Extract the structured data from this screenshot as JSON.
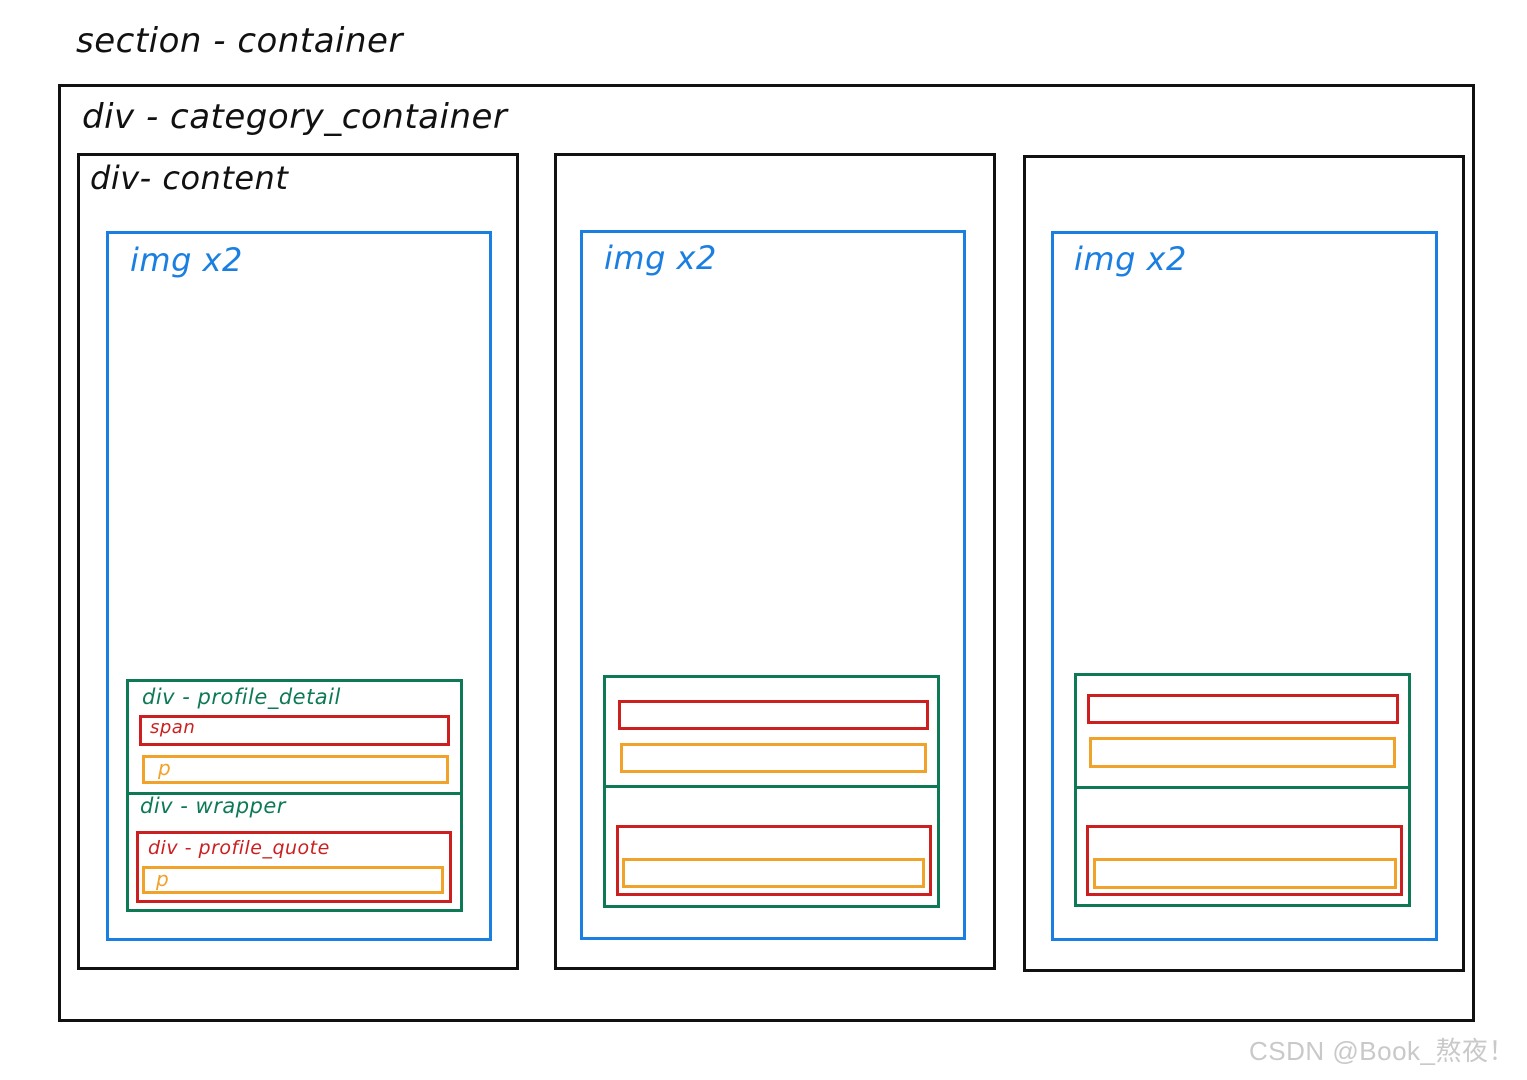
{
  "labels": {
    "section": "section - container",
    "category": "div - category_container",
    "content": "div- content",
    "img_col1": "img x2",
    "img_col2": "img x2",
    "img_col3": "img x2",
    "profile_detail": "div - profile_detail",
    "span": "span",
    "p_detail": "p",
    "wrapper": "div - wrapper",
    "profile_quote": "div - profile_quote",
    "p_quote": "p"
  },
  "watermark": "CSDN @Book_熬夜！",
  "colors": {
    "black": "#111111",
    "blue": "#1a7fe0",
    "green": "#0e7a55",
    "red": "#cc1f1f",
    "orange": "#f0a22a"
  }
}
